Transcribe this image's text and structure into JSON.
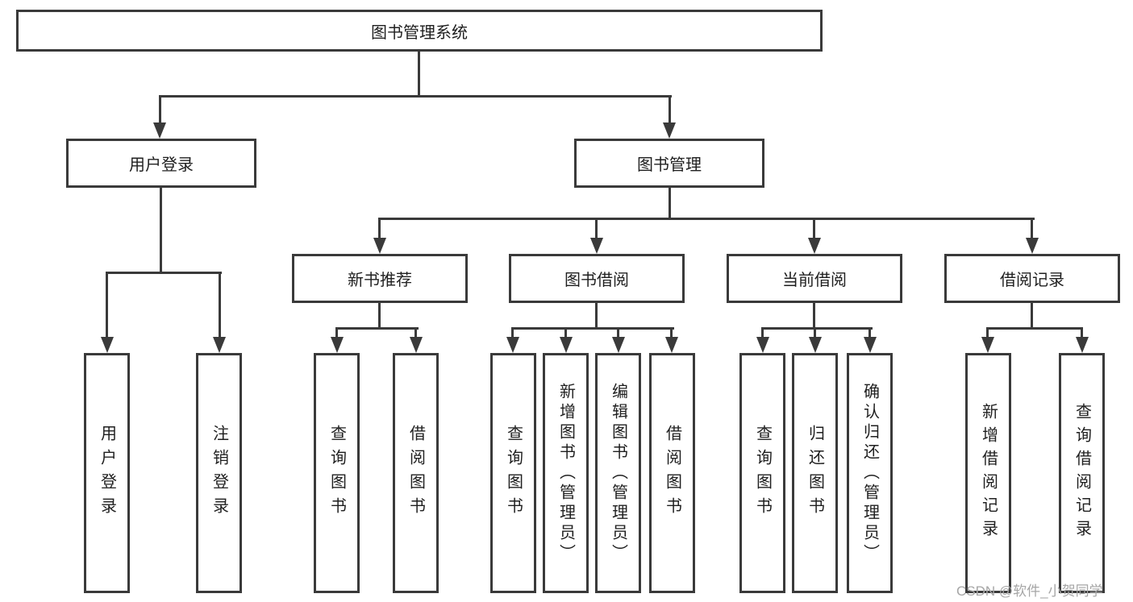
{
  "diagram": {
    "root": {
      "label": "图书管理系统"
    },
    "level2": {
      "user_login": {
        "label": "用户登录"
      },
      "book_mgmt": {
        "label": "图书管理"
      }
    },
    "level3": {
      "new_book": {
        "label": "新书推荐"
      },
      "book_borrow": {
        "label": "图书借阅"
      },
      "current_borrow": {
        "label": "当前借阅"
      },
      "borrow_records": {
        "label": "借阅记录"
      }
    },
    "leaves": {
      "user_login": [
        "用户登录",
        "注销登录"
      ],
      "new_book": [
        "查询图书",
        "借阅图书"
      ],
      "book_borrow": [
        "查询图书",
        "新增图书（管理员）",
        "编辑图书（管理员）",
        "借阅图书"
      ],
      "current_borrow": [
        "查询图书",
        "归还图书",
        "确认归还（管理员）"
      ],
      "borrow_records": [
        "新增借阅记录",
        "查询借阅记录"
      ]
    }
  },
  "watermark": {
    "text": "CSDN @软件_小贺同学"
  },
  "colors": {
    "line": "#3a3a3a",
    "text": "#1f1f1f",
    "background": "#ffffff",
    "watermark": "#a6a6a6"
  }
}
